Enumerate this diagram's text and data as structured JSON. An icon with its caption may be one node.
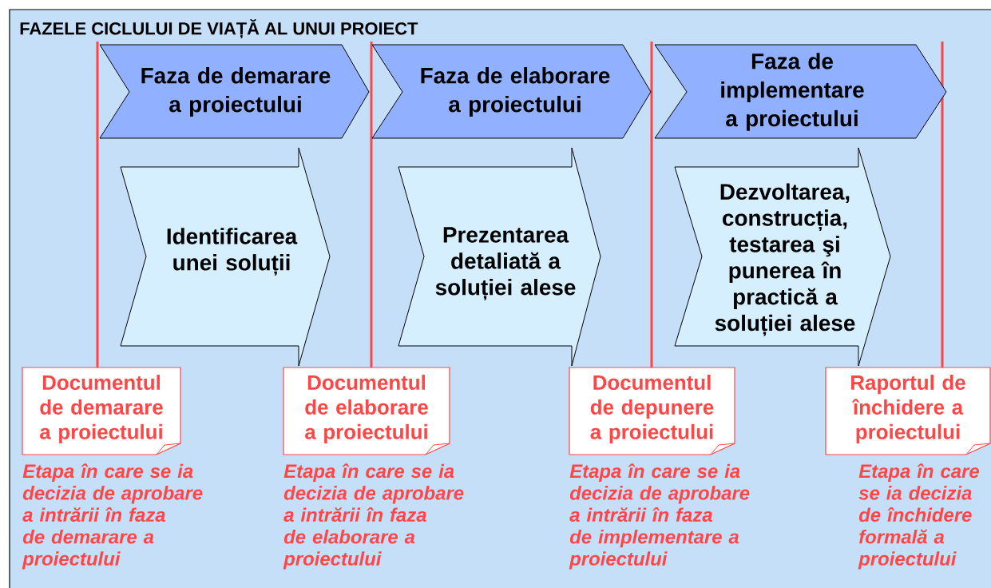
{
  "diagram": {
    "title": "FAZELE CICLULUI DE VIAȚĂ AL UNUI PROIECT",
    "nodes": [
      {
        "text": [
          "Faza de demarare a proiectului"
        ]
      },
      {
        "text": [
          "Faza de elaborare a proiectului"
        ]
      },
      {
        "text": [
          "Faza de implementare a proiectului"
        ]
      },
      {
        "text": [
          "Identificarea unei soluții"
        ]
      },
      {
        "text": [
          "Prezentarea detaliată a soluției alese"
        ]
      },
      {
        "text": [
          "Dezvoltarea, construcția, testarea şi punerea în practică a soluției alese"
        ]
      },
      {
        "text": [
          "Documentul de demarare a proiectului"
        ],
        "beside": [
          "Etapa în care se ia decizia de aprobare a intrării în faza de demarare a proiectului"
        ]
      },
      {
        "text": [
          "Documentul de elaborare a proiectului"
        ],
        "beside": [
          "Etapa în care se ia decizia de aprobare a intrării în faza de elaborare a proiectului"
        ]
      },
      {
        "text": [
          "Documentul de depunere a proiectului"
        ],
        "beside": [
          "Etapa în care se ia decizia de aprobare a intrării în faza de implementare a proiectului"
        ]
      },
      {
        "text": [
          "Raportul de închidere a proiectului"
        ],
        "beside": [
          "Etapa în care se ia decizia de închidere formală a proiectului"
        ]
      }
    ]
  }
}
